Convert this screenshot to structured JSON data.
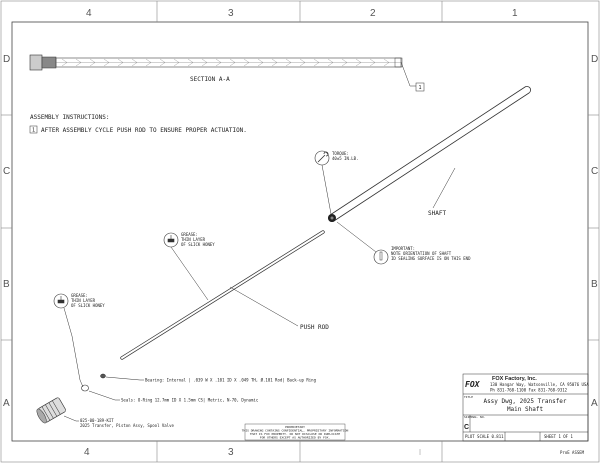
{
  "zones": {
    "columns": [
      "4",
      "3",
      "2",
      "1"
    ],
    "rows": [
      "D",
      "C",
      "B",
      "A"
    ]
  },
  "section_label": "SECTION A-A",
  "balloon_number": "1",
  "assembly": {
    "heading": "ASSEMBLY INSTRUCTIONS:",
    "steps": [
      {
        "number": "1",
        "text": "AFTER ASSEMBLY CYCLE PUSH ROD TO ENSURE PROPER ACTUATION."
      }
    ]
  },
  "callouts": {
    "torque": [
      "TORQUE:",
      "40±5 IN.LB."
    ],
    "important": [
      "IMPORTANT:",
      "NOTE ORIENTATION OF SHAFT",
      "ID SEALING SURFACE IS ON THIS END"
    ],
    "grease_rod": [
      "GREASE:",
      "THIN LAYER",
      "OF SLICK HONEY"
    ],
    "grease_seal": [
      "GREASE:",
      "THIN LAYER",
      "OF SLICK HONEY"
    ],
    "shaft": "SHAFT",
    "push_rod": "PUSH ROD",
    "bearing": "Bearing: Internal | .039 W X .101 ID X .049 TH, Ø.101 Rod| Back-up Ring",
    "seals": "Seals: O-Ring 12.7mm ID X 1.5mm CS| Metric, N-70, Dynamic",
    "part_number": "025-00-189-KIT",
    "part_desc": "2025 Transfer, Piston Assy, Spool Valve"
  },
  "proprietary": [
    "PROPRIETARY",
    "THIS DRAWING CONTAINS CONFIDENTIAL, PROPRIETARY INFORMATION",
    "THAT IS FOX PROPERTY. DO NOT DISCLOSE OR DUPLICATE",
    "FOR OTHERS EXCEPT AS AUTHORIZED BY FOX."
  ],
  "title_block": {
    "logo": "FOX",
    "company": "FOX Factory, Inc.",
    "address": "130 Hangar Way, Watsonville, CA 95076 USA",
    "phone": "Ph 831-768-1100 Fax 831-768-9312",
    "title_label": "TITLE",
    "title_line1": "Assy Dwg, 2025 Transfer",
    "title_line2": "Main Shaft",
    "size_label": "SIZE",
    "dwg_label": "DWG. NO.",
    "size": "C",
    "plot_scale": "PLOT SCALE  0.811",
    "sheet": "SHEET 1 OF 1",
    "proe": "ProE ASSEM"
  }
}
